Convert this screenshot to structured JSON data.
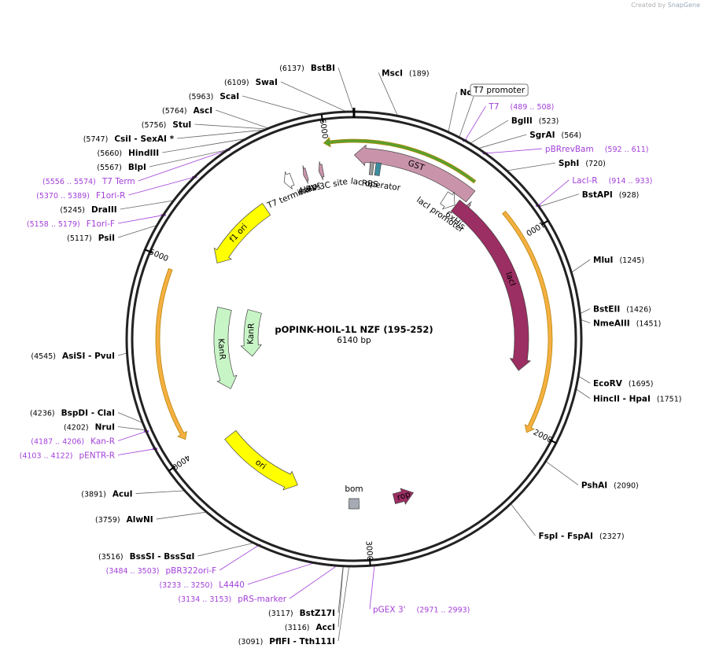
{
  "credit": {
    "prefix": "Created by",
    "brand": "SnapGene"
  },
  "plasmid": {
    "name": "pOPINK-HOIL-1L NZF (195-252)",
    "size_label": "6140 bp",
    "length": 6140
  },
  "ticks": [
    {
      "bp": 1000,
      "label": "1000"
    },
    {
      "bp": 2000,
      "label": "2000"
    },
    {
      "bp": 3000,
      "label": "3000"
    },
    {
      "bp": 4000,
      "label": "4000"
    },
    {
      "bp": 5000,
      "label": "5000"
    },
    {
      "bp": 6000,
      "label": "6000"
    }
  ],
  "sites": [
    {
      "enz": "SwaI",
      "pos": "(6109)",
      "bp": 6109,
      "side": "left"
    },
    {
      "enz": "BstBI",
      "pos": "(6137)",
      "bp": 6137,
      "side": "right"
    },
    {
      "enz": "MscI",
      "pos": "(189)",
      "bp": 189,
      "side": "right"
    },
    {
      "enz": "ScaI",
      "pos": "(5963)",
      "bp": 5963,
      "side": "left"
    },
    {
      "enz": "AscI",
      "pos": "(5764)",
      "bp": 5764,
      "side": "left"
    },
    {
      "enz": "StuI",
      "pos": "(5756)",
      "bp": 5756,
      "side": "left"
    },
    {
      "enz": "CsiI  - SexAI *",
      "pos": "(5747)",
      "bp": 5747,
      "side": "left"
    },
    {
      "enz": "HindIII",
      "pos": "(5660)",
      "bp": 5660,
      "side": "left"
    },
    {
      "enz": "BlpI",
      "pos": "(5567)",
      "bp": 5567,
      "side": "left"
    },
    {
      "enz": "NcoI",
      "pos": "(418)",
      "bp": 418,
      "side": "right"
    },
    {
      "enz": "BglII",
      "pos": "(523)",
      "bp": 523,
      "side": "right"
    },
    {
      "enz": "SgrAI",
      "pos": "(564)",
      "bp": 564,
      "side": "right"
    },
    {
      "enz": "SphI",
      "pos": "(720)",
      "bp": 720,
      "side": "right"
    },
    {
      "enz": "BstAPI",
      "pos": "(928)",
      "bp": 928,
      "side": "right"
    },
    {
      "enz": "MluI",
      "pos": "(1245)",
      "bp": 1245,
      "side": "right"
    },
    {
      "enz": "BstEII",
      "pos": "(1426)",
      "bp": 1426,
      "side": "right"
    },
    {
      "enz": "NmeAIII",
      "pos": "(1451)",
      "bp": 1451,
      "side": "right"
    },
    {
      "enz": "EcoRV",
      "pos": "(1695)",
      "bp": 1695,
      "side": "right"
    },
    {
      "enz": "HincII  - HpaI",
      "pos": "(1751)",
      "bp": 1751,
      "side": "right"
    },
    {
      "enz": "PshAI",
      "pos": "(2090)",
      "bp": 2090,
      "side": "right"
    },
    {
      "enz": "FspI  - FspAI",
      "pos": "(2327)",
      "bp": 2327,
      "side": "right"
    },
    {
      "enz": "PflFI  - Tth111I",
      "pos": "(3091)",
      "bp": 3091,
      "side": "right"
    },
    {
      "enz": "AccI",
      "pos": "(3116)",
      "bp": 3116,
      "side": "left"
    },
    {
      "enz": "BstZ17I",
      "pos": "(3117)",
      "bp": 3117,
      "side": "left"
    },
    {
      "enz": "BssSI  - BssSαI",
      "pos": "(3516)",
      "bp": 3516,
      "side": "left"
    },
    {
      "enz": "AlwNI",
      "pos": "(3759)",
      "bp": 3759,
      "side": "left"
    },
    {
      "enz": "AcuI",
      "pos": "(3891)",
      "bp": 3891,
      "side": "left"
    },
    {
      "enz": "NruI",
      "pos": "(4202)",
      "bp": 4202,
      "side": "left"
    },
    {
      "enz": "BspDI  - ClaI",
      "pos": "(4236)",
      "bp": 4236,
      "side": "left"
    },
    {
      "enz": "AsiSI  - PvuI",
      "pos": "(4545)",
      "bp": 4545,
      "side": "left"
    },
    {
      "enz": "PsiI",
      "pos": "(5117)",
      "bp": 5117,
      "side": "left"
    },
    {
      "enz": "DraIII",
      "pos": "(5245)",
      "bp": 5245,
      "side": "left"
    }
  ],
  "primers": [
    {
      "name": "T7",
      "pos": "(489 .. 508)",
      "bp": 498,
      "side": "right"
    },
    {
      "name": "pBRrevBam",
      "pos": "(592 .. 611)",
      "bp": 601,
      "side": "right"
    },
    {
      "name": "LacI-R",
      "pos": "(914 .. 933)",
      "bp": 923,
      "side": "right"
    },
    {
      "name": "pGEX 3'",
      "pos": "(2971 .. 2993)",
      "bp": 2982,
      "side": "right"
    },
    {
      "name": "T7 Term",
      "pos": "(5556 .. 5574)",
      "bp": 5565,
      "side": "left"
    },
    {
      "name": "F1ori-R",
      "pos": "(5370 .. 5389)",
      "bp": 5380,
      "side": "left"
    },
    {
      "name": "F1ori-F",
      "pos": "(5158 .. 5179)",
      "bp": 5168,
      "side": "left"
    },
    {
      "name": "Kan-R",
      "pos": "(4187 .. 4206)",
      "bp": 4196,
      "side": "left"
    },
    {
      "name": "pENTR-R",
      "pos": "(4103 .. 4122)",
      "bp": 4112,
      "side": "left"
    },
    {
      "name": "pBR322ori-F",
      "pos": "(3484 .. 3503)",
      "bp": 3493,
      "side": "left"
    },
    {
      "name": "L4440",
      "pos": "(3233 .. 3250)",
      "bp": 3241,
      "side": "left"
    },
    {
      "name": "pRS-marker",
      "pos": "(3134 .. 3153)",
      "bp": 3143,
      "side": "left"
    }
  ],
  "features": [
    {
      "name": "GST",
      "start": 2,
      "end": 670,
      "dir": -1,
      "track": "gst",
      "color": "#c994aa",
      "label_mode": "inside"
    },
    {
      "name": "6xHis",
      "start": 680,
      "end": 700,
      "dir": -1,
      "track": "mid",
      "color": "#c994aa",
      "label_mode": "outside"
    },
    {
      "name": "HRV 3C site",
      "start": 5938,
      "end": 5962,
      "dir": -1,
      "track": "mid",
      "color": "#c994aa",
      "label_mode": "outside"
    },
    {
      "name": "6xHis",
      "start": 5848,
      "end": 5868,
      "dir": -1,
      "track": "mid",
      "color": "#c994aa",
      "label_mode": "outside"
    },
    {
      "name": "T7 terminator",
      "start": 5730,
      "end": 5778,
      "dir": -1,
      "track": "mid",
      "color": "#ffffff",
      "label_mode": "outside"
    },
    {
      "name": "RBS",
      "start": 90,
      "end": 110,
      "dir": 0,
      "track": "mid",
      "color": "#9a9a9a",
      "label_mode": "outside"
    },
    {
      "name": "lac operator",
      "start": 122,
      "end": 150,
      "dir": 0,
      "track": "mid",
      "color": "#3b8ea0",
      "label_mode": "outside"
    },
    {
      "name": "lacI promoter",
      "start": 555,
      "end": 630,
      "dir": 1,
      "track": "lacp",
      "color": "#ffffff",
      "label_mode": "outside"
    },
    {
      "name": "lacI",
      "start": 635,
      "end": 1720,
      "dir": 1,
      "track": "lacp",
      "color": "#9b2e62",
      "label_mode": "inside"
    },
    {
      "name": "f1 ori",
      "start": 5100,
      "end": 5560,
      "dir": -1,
      "track": "ori",
      "color": "#ffff00",
      "label_mode": "inside"
    },
    {
      "name": "KanR",
      "start": 4230,
      "end": 4830,
      "dir": -1,
      "track": "kan1",
      "color": "#c8f5c6",
      "label_mode": "inside"
    },
    {
      "name": "KanR",
      "start": 4440,
      "end": 4870,
      "dir": -1,
      "track": "kan2",
      "color": "#c8f5c6",
      "label_mode": "inside"
    },
    {
      "name": "ori",
      "start": 3430,
      "end": 3960,
      "dir": -1,
      "track": "ori",
      "color": "#ffff00",
      "label_mode": "inside"
    },
    {
      "name": "rop",
      "start": 2710,
      "end": 2830,
      "dir": -1,
      "track": "rop",
      "color": "#9b2e62",
      "label_mode": "inside"
    },
    {
      "name": "bom",
      "start": 3040,
      "end": 3100,
      "dir": 0,
      "track": "rop",
      "color": "#a6aab4",
      "label_mode": "outside"
    }
  ],
  "highlights": [
    {
      "start": 850,
      "end": 2020,
      "dir": 1,
      "track": "hl-right",
      "color": "#f5b041"
    },
    {
      "start": 4080,
      "end": 4960,
      "dir": -1,
      "track": "hl-left",
      "color": "#f5b041"
    },
    {
      "start": 5990,
      "end": 640,
      "dir": -1,
      "track": "hl-top",
      "color": "#5aa02c"
    }
  ],
  "boxed_label": {
    "text": "T7 promoter"
  }
}
